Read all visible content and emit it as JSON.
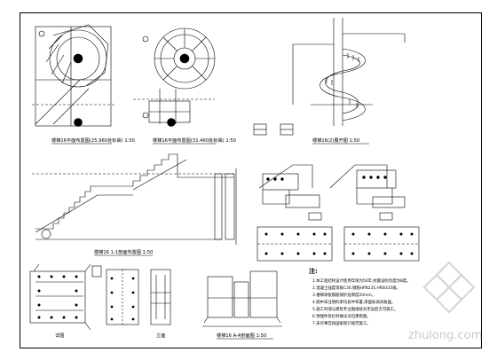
{
  "drawing": {
    "plan_lower_title": "楼梯16平面布置图(25.960处标高)  1:50",
    "plan_upper_title": "楼梯16平面布置图(31.460处标高)  1:50",
    "elevation_title": "楼梯16 1-1剖面布置图  1:50",
    "spiral_title": "楼梯16(2)展开图  1:50",
    "section_a_title": "楼梯16 A-A剖面图  1:50",
    "detail_left_title": "详图",
    "detail_mid_title": "立面",
    "notes_heading": "注:",
    "notes": [
      "1.本工程结构设计使用年限为50年,抗震设防烈度为8度。",
      "2.混凝土强度等级C30,钢筋HPB235,HRB335级。",
      "3.楼梯梁板钢筋保护层厚度20mm。",
      "4.图中未注明的梁均居中布置,梁面标高同板面。",
      "5.施工时须与建筑专业图纸核对无误后方可施工。",
      "6.预埋件及栏杆做法详见建筑图。",
      "7.未尽事宜按国家现行规范施工。"
    ],
    "watermark": "zhulong.com"
  },
  "colors": {
    "line": "#000000",
    "background": "#ffffff",
    "watermark": "#c9c9c9"
  }
}
